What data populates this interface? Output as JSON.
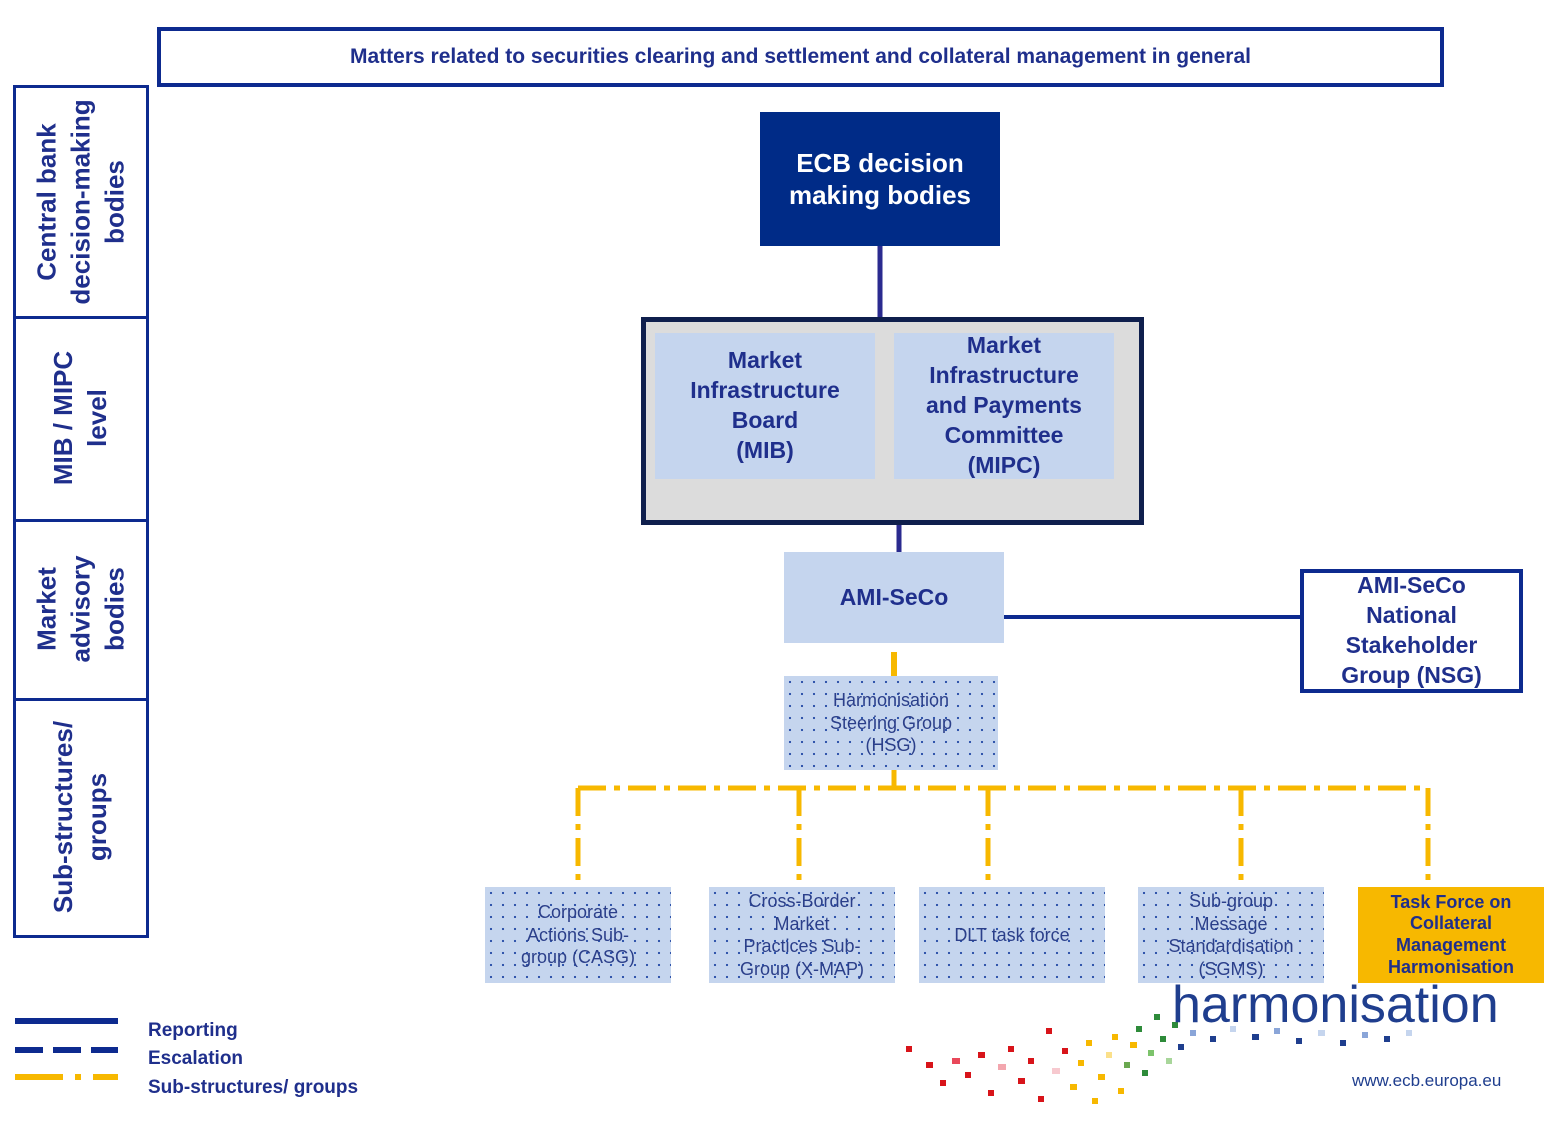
{
  "header": {
    "banner_text": "Matters related to securities clearing and settlement and collateral management in general"
  },
  "side_rows": [
    {
      "label": "Central bank\ndecision-making\nbodies"
    },
    {
      "label": "MIB / MIPC\nlevel"
    },
    {
      "label": "Market\nadvisory\nbodies"
    },
    {
      "label": "Sub-structures/\ngroups"
    }
  ],
  "nodes": {
    "ecb": "ECB decision\nmaking bodies",
    "mib": "Market\nInfrastructure\nBoard\n(MIB)",
    "mipc": "Market\nInfrastructure\nand Payments\nCommittee\n(MIPC)",
    "ami_seco": "AMI-SeCo",
    "nsg": "AMI-SeCo\nNational\nStakeholder\nGroup (NSG)",
    "hsg": "Harmonisation\nSteering Group\n(HSG)",
    "casg": "Corporate\nActions Sub-\ngroup (CASG)",
    "xmap": "Cross-Border\nMarket\nPractices Sub-\nGroup (X-MAP)",
    "dlt": "DLT task force",
    "sgms": "Sub-group\nMessage\nStandardisation\n(SGMS)",
    "task_force": "Task Force on\nCollateral\nManagement\nHarmonisation"
  },
  "legend": {
    "reporting": "Reporting",
    "escalation": "Escalation",
    "substructures": "Sub-structures/ groups"
  },
  "colors": {
    "navy": "#0d2a8f",
    "dark_blue_box": "#002b87",
    "light_blue": "#c5d5ee",
    "yellow": "#f7b800",
    "grey": "#dcdcdc"
  },
  "logo": {
    "word": "harmonisation",
    "url": "www.ecb.europa.eu"
  }
}
